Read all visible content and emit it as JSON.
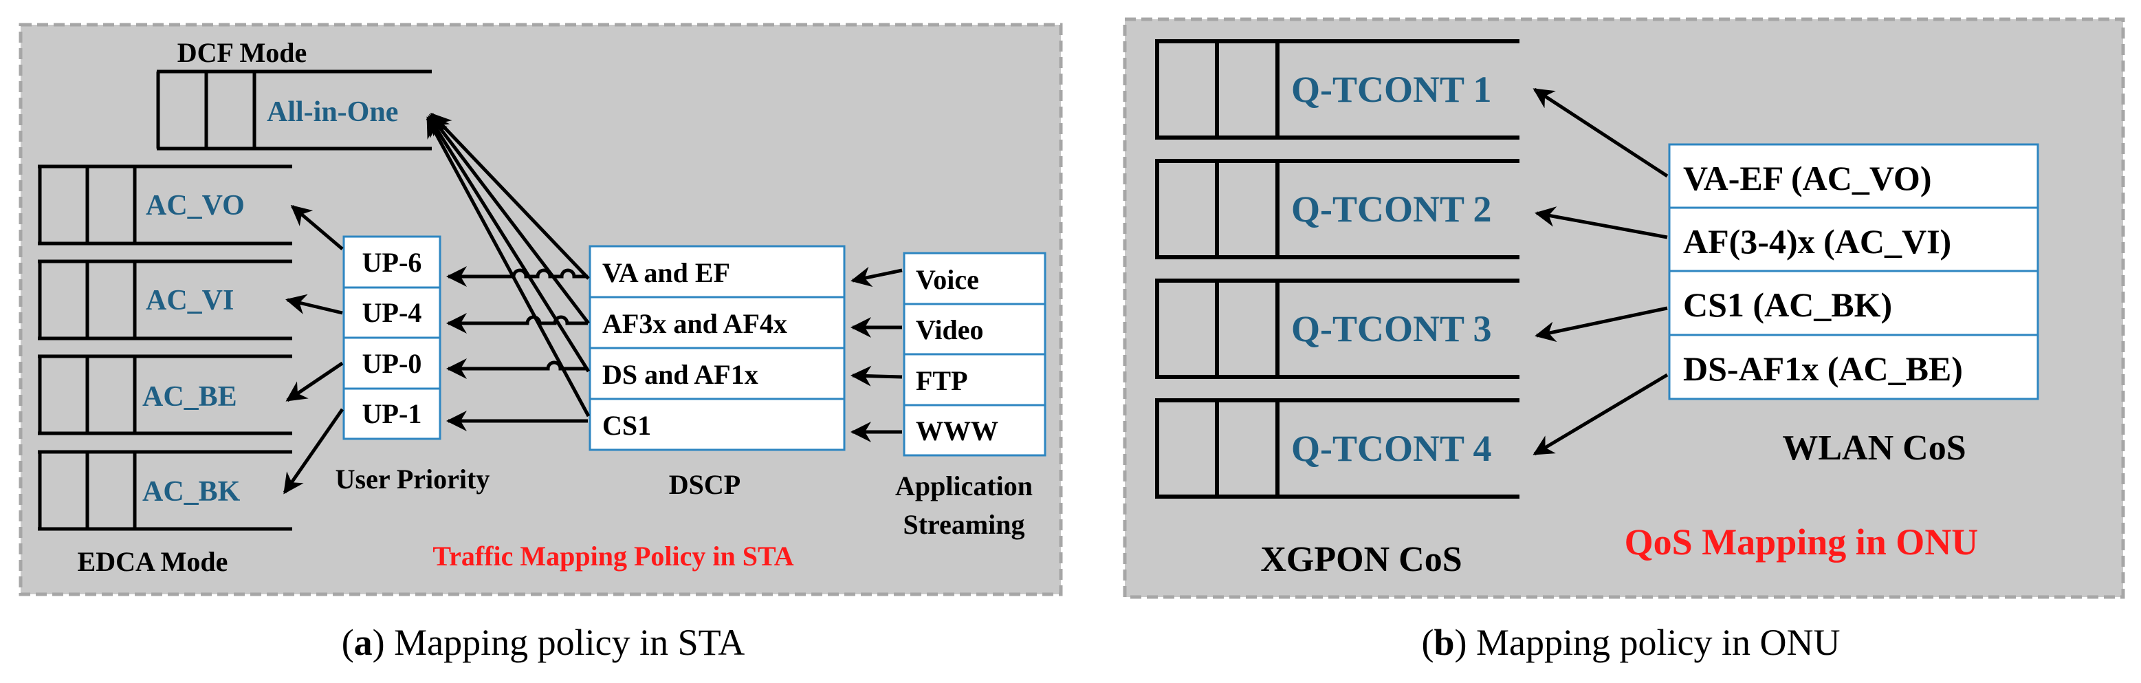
{
  "colors": {
    "panel_bg": "#c9c9c9",
    "panel_border": "#a6a6a6",
    "box_border": "#2e86c1",
    "queue_label": "#1f5f84",
    "title_red": "#ff1a1a"
  },
  "panel_a": {
    "dcf_mode": "DCF Mode",
    "all_in_one": "All-in-One",
    "queues": [
      "AC_VO",
      "AC_VI",
      "AC_BE",
      "AC_BK"
    ],
    "edca_mode": "EDCA Mode",
    "user_priority": [
      "UP-6",
      "UP-4",
      "UP-0",
      "UP-1"
    ],
    "user_priority_label": "User Priority",
    "dscp": [
      "VA and EF",
      "AF3x and AF4x",
      "DS and AF1x",
      "CS1"
    ],
    "dscp_label": "DSCP",
    "apps": [
      "Voice",
      "Video",
      "FTP",
      "WWW"
    ],
    "apps_label_1": "Application",
    "apps_label_2": "Streaming",
    "title": "Traffic Mapping Policy in STA"
  },
  "panel_b": {
    "tconts": [
      "Q-TCONT 1",
      "Q-TCONT 2",
      "Q-TCONT 3",
      "Q-TCONT 4"
    ],
    "xgpon_label": "XGPON CoS",
    "wlan": [
      "VA-EF (AC_VO)",
      "AF(3-4)x (AC_VI)",
      "CS1 (AC_BK)",
      "DS-AF1x (AC_BE)"
    ],
    "wlan_label": "WLAN CoS",
    "title": "QoS Mapping in ONU"
  },
  "captions": {
    "a_letter": "a",
    "a_text": " Mapping policy in STA",
    "b_letter": "b",
    "b_text": " Mapping policy in ONU"
  }
}
